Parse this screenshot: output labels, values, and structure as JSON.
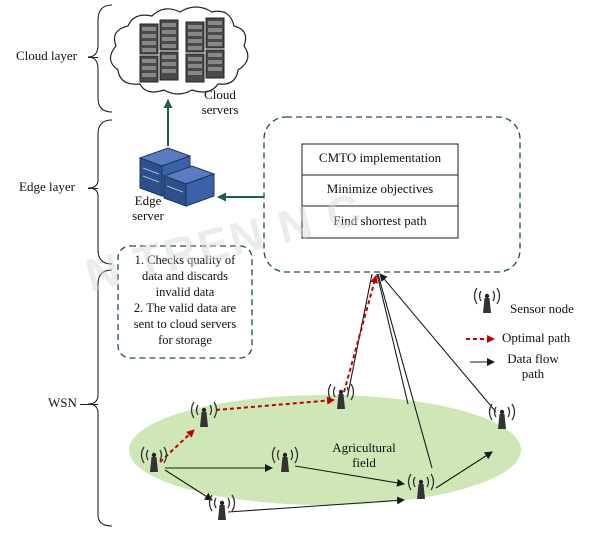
{
  "layers": {
    "cloud": "Cloud layer",
    "edge": "Edge layer",
    "wsn": "WSN"
  },
  "cloud": {
    "label_line1": "Cloud",
    "label_line2": "servers"
  },
  "edge": {
    "label_line1": "Edge",
    "label_line2": "server"
  },
  "fog_box": {
    "items": [
      "CMTO implementation",
      "Minimize objectives",
      "Find shortest path"
    ]
  },
  "edge_note": {
    "lines": [
      "1. Checks quality of",
      "data and discards",
      "invalid data",
      "2. The valid data are",
      "sent to cloud servers",
      "for storage"
    ]
  },
  "field": {
    "line1": "Agricultural",
    "line2": "field"
  },
  "legend": {
    "sensor": "Sensor node",
    "optimal": "Optimal path",
    "flow_line1": "Data flow",
    "flow_line2": "path"
  },
  "watermark": "N TREN         N C",
  "colors": {
    "field_fill": "#cfe7b6",
    "optimal_path": "#c00000",
    "dark_arrow": "#1a1a1a",
    "server_blue": "#2d4f8a",
    "cloud_server": "#4a4a4a",
    "edge_to_cloud": "#1f5f4a"
  }
}
